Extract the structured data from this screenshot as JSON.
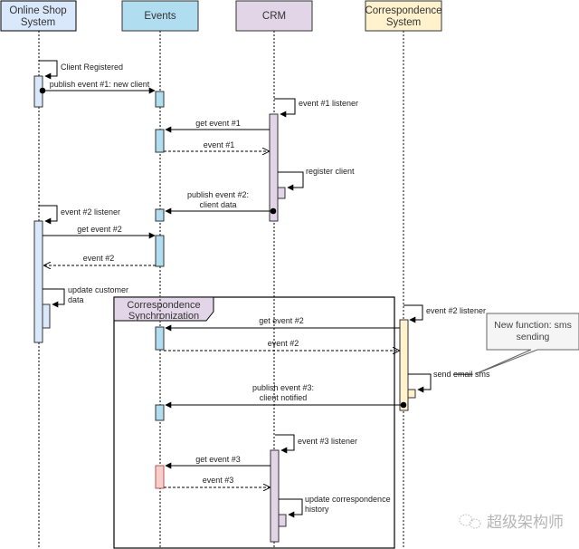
{
  "diagram": {
    "type": "sequence",
    "participants": [
      {
        "id": "shop",
        "label_lines": [
          "Online Shop",
          "System"
        ],
        "fill": "#dae8fc",
        "activation_fill": "#dae8fc"
      },
      {
        "id": "events",
        "label_lines": [
          "Events"
        ],
        "fill": "#b1ddf0",
        "activation_fill": "#b1ddf0"
      },
      {
        "id": "crm",
        "label_lines": [
          "CRM"
        ],
        "fill": "#e1d5e7",
        "activation_fill": "#e1d5e7"
      },
      {
        "id": "corr",
        "label_lines": [
          "Correspondence",
          "System"
        ],
        "fill": "#fff2cc",
        "activation_fill": "#fff2cc"
      }
    ],
    "messages": [
      {
        "id": "m1",
        "kind": "self",
        "from": "shop",
        "label_lines": [
          "Client Registered"
        ]
      },
      {
        "id": "m2",
        "kind": "async-publish",
        "from": "shop",
        "to": "events",
        "label_lines": [
          "publish event #1: new client"
        ]
      },
      {
        "id": "m3",
        "kind": "self",
        "from": "crm",
        "label_lines": [
          "event #1 listener"
        ]
      },
      {
        "id": "m4",
        "kind": "sync",
        "from": "crm",
        "to": "events",
        "label_lines": [
          "get event #1"
        ]
      },
      {
        "id": "m5",
        "kind": "return",
        "from": "events",
        "to": "crm",
        "label_lines": [
          "event #1"
        ]
      },
      {
        "id": "m6",
        "kind": "self",
        "from": "crm",
        "label_lines": [
          "register client"
        ]
      },
      {
        "id": "m7",
        "kind": "async-publish",
        "from": "crm",
        "to": "events",
        "label_lines": [
          "publish event #2:",
          "client data"
        ]
      },
      {
        "id": "m8",
        "kind": "self",
        "from": "shop",
        "label_lines": [
          "event #2 listener"
        ]
      },
      {
        "id": "m9",
        "kind": "sync",
        "from": "shop",
        "to": "events",
        "label_lines": [
          "get event #2"
        ]
      },
      {
        "id": "m10",
        "kind": "return",
        "from": "events",
        "to": "shop",
        "label_lines": [
          "event #2"
        ]
      },
      {
        "id": "m11",
        "kind": "self",
        "from": "shop",
        "label_lines": [
          "update customer",
          "data"
        ]
      },
      {
        "id": "m12",
        "kind": "self",
        "from": "corr",
        "label_lines": [
          "event #2 listener"
        ]
      },
      {
        "id": "m13",
        "kind": "sync",
        "from": "corr",
        "to": "events",
        "label_lines": [
          "get event #2"
        ]
      },
      {
        "id": "m14",
        "kind": "return",
        "from": "events",
        "to": "corr",
        "label_lines": [
          "event #2"
        ]
      },
      {
        "id": "m15",
        "kind": "self",
        "from": "corr",
        "label_parts": [
          {
            "text": "send ",
            "strike": false
          },
          {
            "text": "email",
            "strike": true
          },
          {
            "text": " sms",
            "strike": false
          }
        ]
      },
      {
        "id": "m16",
        "kind": "async-publish",
        "from": "corr",
        "to": "events",
        "label_lines": [
          "publish event #3:",
          "client notified"
        ]
      },
      {
        "id": "m17",
        "kind": "self",
        "from": "crm",
        "label_lines": [
          "event #3 listener"
        ]
      },
      {
        "id": "m18",
        "kind": "sync",
        "from": "crm",
        "to": "events",
        "label_lines": [
          "get event #3"
        ]
      },
      {
        "id": "m19",
        "kind": "return",
        "from": "events",
        "to": "crm",
        "label_lines": [
          "event #3"
        ]
      },
      {
        "id": "m20",
        "kind": "self",
        "from": "crm",
        "label_lines": [
          "update correspondence",
          "history"
        ]
      }
    ],
    "frame": {
      "label_lines": [
        "Correspondence",
        "Synchronization"
      ],
      "fill": "#e1d5e7"
    },
    "note": {
      "label_lines": [
        "New function: sms",
        "sending"
      ],
      "fill": "#f5f5f5",
      "attached_to": "m15"
    },
    "highlight_activation_fill": "#f8cecc",
    "watermark": "超级架构师"
  }
}
